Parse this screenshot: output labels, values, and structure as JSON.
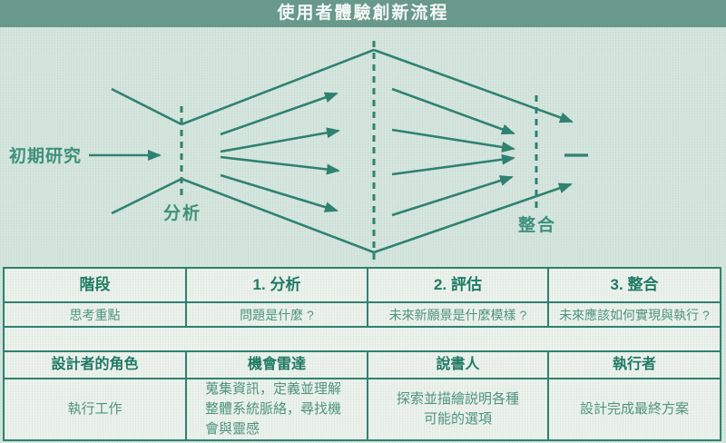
{
  "title": "使用者體驗創新流程",
  "colors": {
    "accent_line": "#2f8270",
    "header_bar": "#68998b",
    "canvas_bg": "#d3e4dc",
    "panel_bg": "#eaf0ea",
    "header_text": "#1f7a63",
    "body_text": "#4f947f"
  },
  "diagram": {
    "start_label": "初期研究",
    "analysis_label": "分析",
    "integration_label": "整合"
  },
  "table": {
    "stage_header": [
      "階段",
      "1. 分析",
      "2. 評估",
      "3. 整合"
    ],
    "focus_row": [
      "思考重點",
      "問題是什麼 ?",
      "未來新願景是什麼模樣 ?",
      "未來應該如何實現與執行 ?"
    ],
    "role_header": [
      "設計者的角色",
      "機會雷達",
      "說書人",
      "執行者"
    ],
    "work_row": [
      "執行工作",
      "蒐集資訊，定義並理解整體系統脈絡，尋找機會與靈感",
      "探索並描繪説明各種可能的選項",
      "設計完成最終方案"
    ]
  }
}
